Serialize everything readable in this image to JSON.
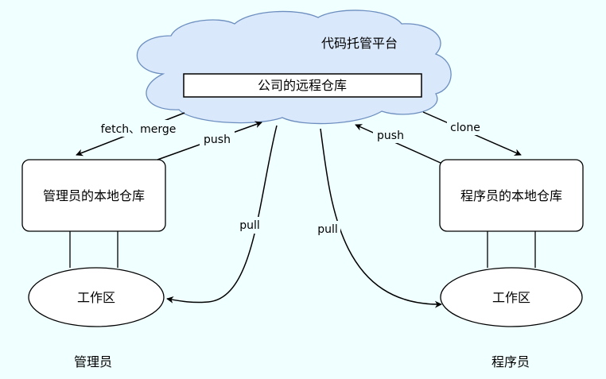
{
  "platform_label": "代码托管平台",
  "remote_repo_label": "公司的远程仓库",
  "admin": {
    "local_repo_label": "管理员的本地仓库",
    "workspace_label": "工作区",
    "role_label": "管理员"
  },
  "dev": {
    "local_repo_label": "程序员的本地仓库",
    "workspace_label": "工作区",
    "role_label": "程序员"
  },
  "edges": {
    "fetch_merge": "fetch、merge",
    "admin_push": "push",
    "admin_pull": "pull",
    "dev_pull": "pull",
    "dev_push": "push",
    "clone": "clone"
  },
  "colors": {
    "background": "#F0FFFF",
    "cloud_fill": "#DAE8FC",
    "cloud_stroke": "#6C8EBF",
    "node_fill": "#FFFFFF",
    "stroke": "#000000"
  }
}
